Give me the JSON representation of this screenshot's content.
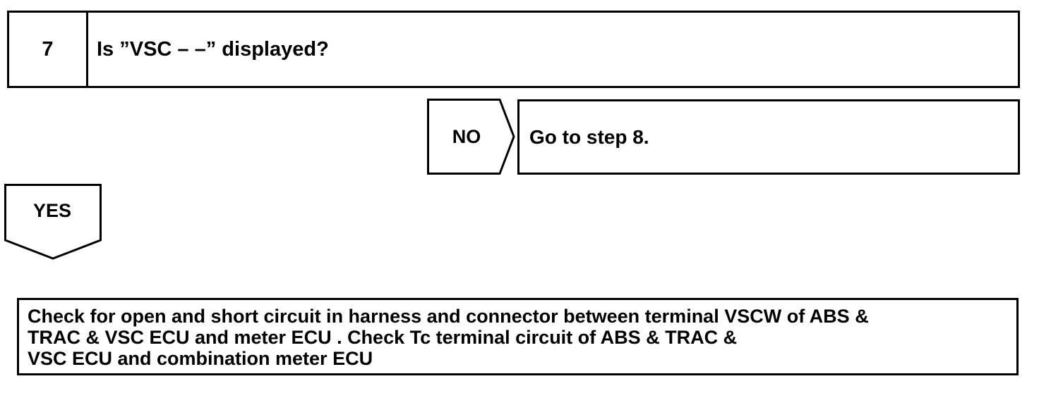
{
  "step": {
    "number": "7",
    "question": "Is ”VSC – –” displayed?"
  },
  "no_branch": {
    "label": "NO",
    "action": "Go to step 8."
  },
  "yes_branch": {
    "label": "YES"
  },
  "result": {
    "lines": [
      "Check for open and short circuit in harness and connector between terminal VSCW of ABS &",
      "TRAC & VSC ECU and meter ECU . Check Tc terminal circuit of ABS & TRAC &",
      "VSC ECU and combination meter ECU"
    ]
  }
}
